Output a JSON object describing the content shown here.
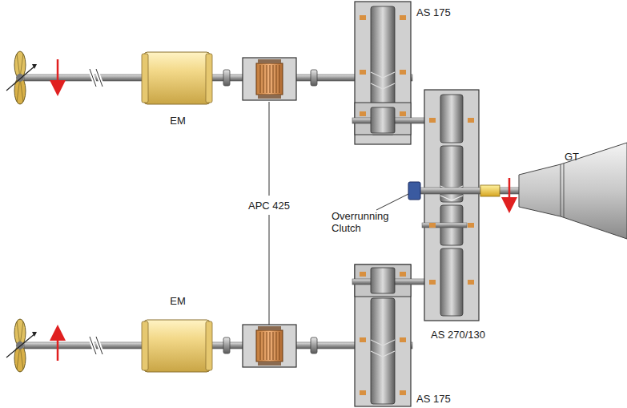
{
  "diagram": {
    "labels": [
      "AS 175",
      "EM",
      "APC 425",
      "Overrunning Clutch",
      "GT",
      "AS 270/130",
      "EM",
      "AS 175"
    ]
  }
}
